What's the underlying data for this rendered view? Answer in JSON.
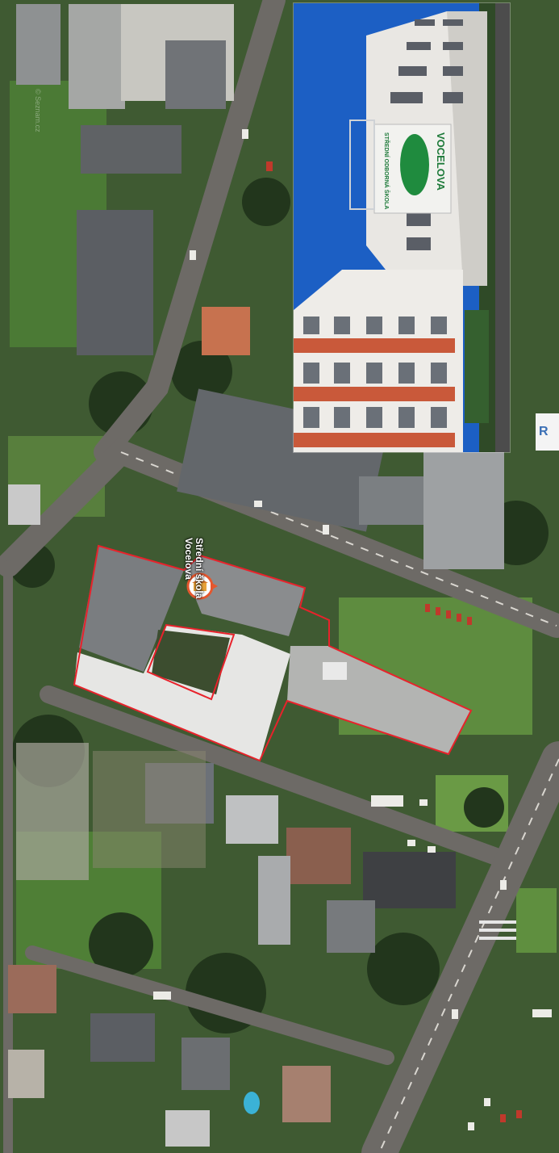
{
  "map": {
    "poi": {
      "label_line1": "Střední škola",
      "label_line2": "Vocelova",
      "icon": "school-building-pin-icon",
      "pin_color": "#e4572e",
      "boundary_color": "#e8222b"
    },
    "watermark": "© Seznam.cz"
  },
  "photo": {
    "sign_line1": "STŘEDNÍ ODBORNÁ ŠKOLA",
    "sign_line2": "VOCELOVA",
    "sky_color": "#1c5fc4",
    "facade_accent": "#c9593a"
  }
}
